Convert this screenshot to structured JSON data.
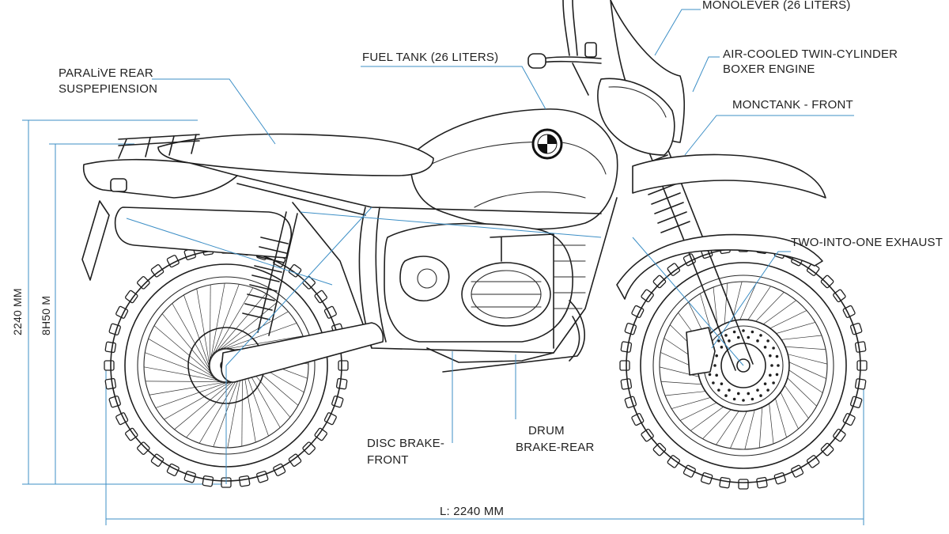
{
  "labels": {
    "monolever": "MONOLEVER (26 LITERS)",
    "engine_line1": "AIR-COOLED TWIN-CYLINDER",
    "engine_line2": "BOXER ENGINE",
    "fuel_tank": "FUEL TANK (26 LITERS)",
    "rear_susp_line1": "PARALiVE REAR",
    "rear_susp_line2": "SUSPEPIENSION",
    "monotank_front": "MONCTANK - FRONT",
    "exhaust": "TWO-INTO-ONE EXHAUST",
    "disc_brake_line1": "DISC BRAKE-",
    "disc_brake_line2": "FRONT",
    "drum_brake_line1": "DRUM",
    "drum_brake_line2": "BRAKE-REAR"
  },
  "dimensions": {
    "overall_height": "2240 MM",
    "seat_height": "8H50 M",
    "length": "L: 2240 MM"
  },
  "colors": {
    "leader": "#3d8fc6",
    "ink": "#1f1f1f"
  },
  "icons": [
    "bmw-roundel-icon"
  ]
}
